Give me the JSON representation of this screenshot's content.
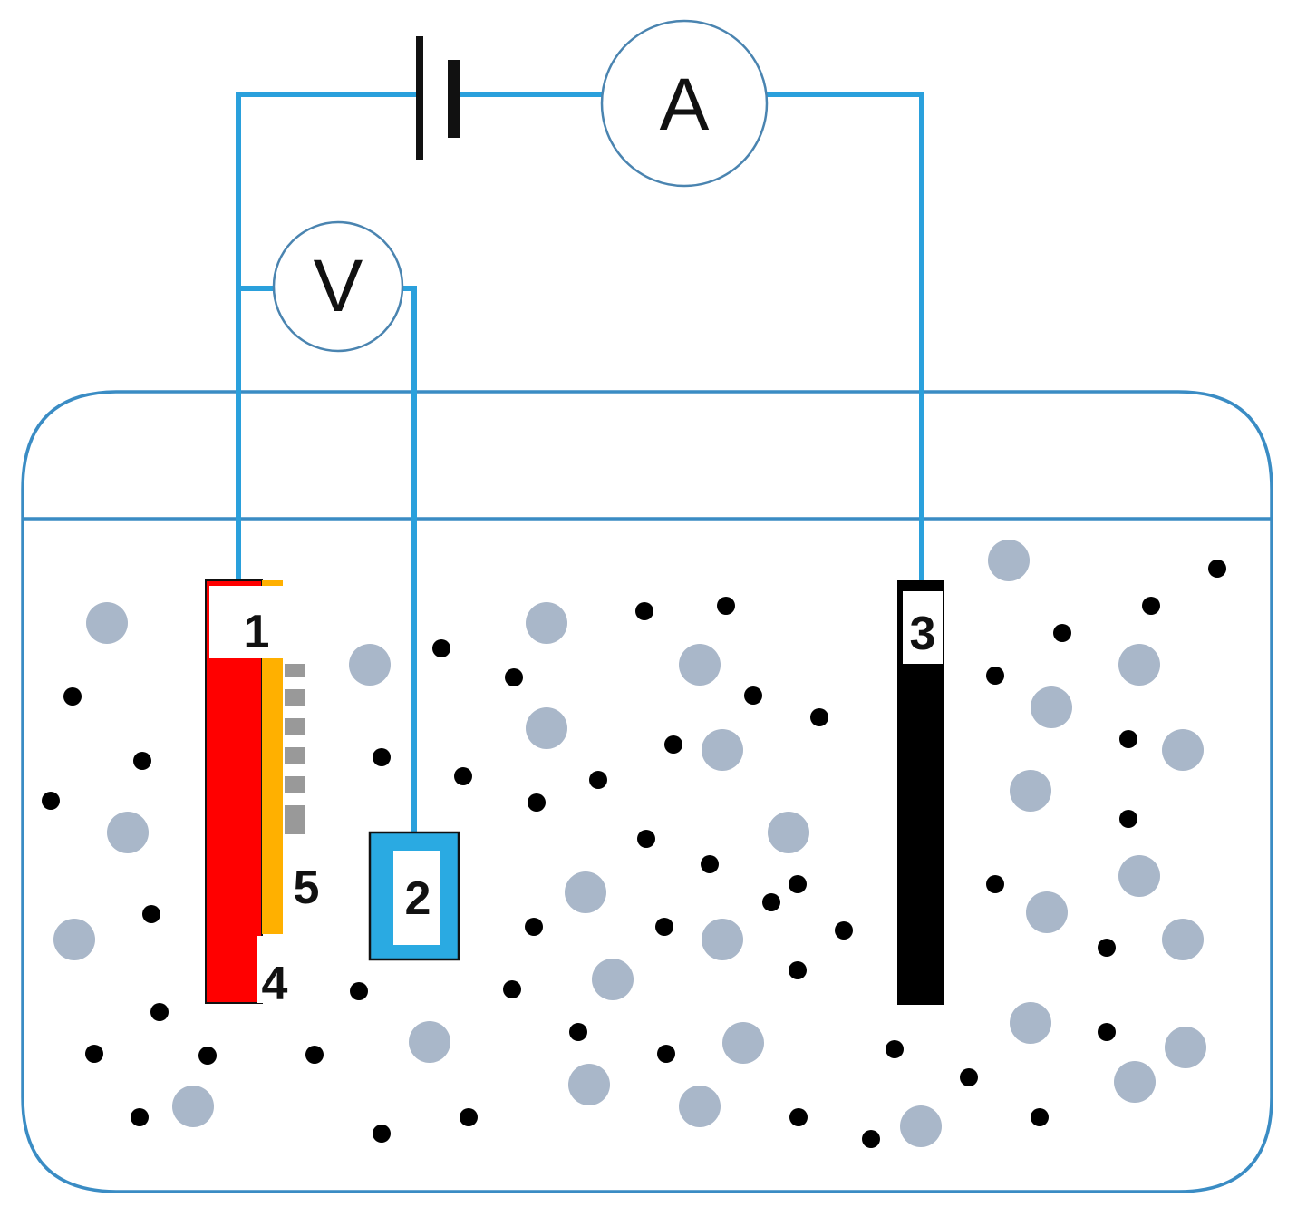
{
  "colors": {
    "wire": "#2aa0dc",
    "vessel_outline": "#3a8cc4",
    "electrode_1_body": "#ff0000",
    "coating_5": "#ffb000",
    "electrode_2_frame": "#2aaae2",
    "electrode_3_body": "#000000",
    "large_particle": "#a9b7c9",
    "small_particle": "#000000"
  },
  "meters": {
    "ammeter": "A",
    "voltmeter": "V"
  },
  "labels": {
    "electrode_1": "1",
    "electrode_2": "2",
    "electrode_3": "3",
    "part_4": "4",
    "part_5": "5"
  },
  "icons": {
    "battery": "battery-icon"
  }
}
